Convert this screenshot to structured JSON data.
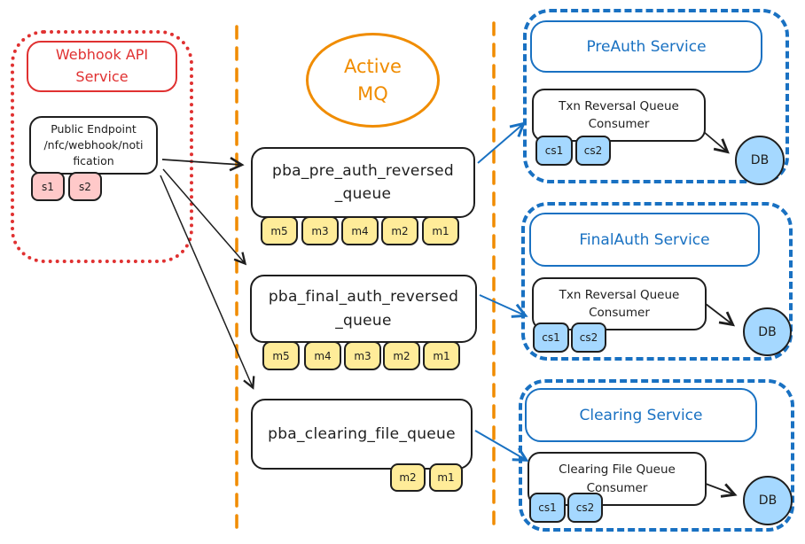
{
  "colors": {
    "red_stroke": "#e03131",
    "pink_fill": "#ffc9c9",
    "orange_stroke": "#f08c00",
    "yellow_fill": "#ffec99",
    "blue_stroke": "#1971c2",
    "light_blue_fill": "#a5d8ff",
    "ink": "#1e1e1e"
  },
  "webhook_panel": {
    "title": "Webhook API\nService",
    "endpoint_label": "Public Endpoint\n/nfc/webhook/noti\nfication",
    "server_instances": [
      "s1",
      "s2"
    ]
  },
  "broker": {
    "name": "Active\nMQ",
    "queues": [
      {
        "label": "pba_pre_auth_reversed\n_queue",
        "messages": [
          "m5",
          "m3",
          "m4",
          "m2",
          "m1"
        ]
      },
      {
        "label": "pba_final_auth_reversed\n_queue",
        "messages": [
          "m5",
          "m4",
          "m3",
          "m2",
          "m1"
        ]
      },
      {
        "label": "pba_clearing_file_queue",
        "messages": [
          "m2",
          "m1"
        ]
      }
    ]
  },
  "services": [
    {
      "title": "PreAuth Service",
      "consumer_label": "Txn Reversal Queue\nConsumer",
      "consumer_instances": [
        "cs1",
        "cs2"
      ],
      "db_label": "DB"
    },
    {
      "title": "FinalAuth Service",
      "consumer_label": "Txn Reversal Queue\nConsumer",
      "consumer_instances": [
        "cs1",
        "cs2"
      ],
      "db_label": "DB"
    },
    {
      "title": "Clearing Service",
      "consumer_label": "Clearing File Queue\nConsumer",
      "consumer_instances": [
        "cs1",
        "cs2"
      ],
      "db_label": "DB"
    }
  ]
}
